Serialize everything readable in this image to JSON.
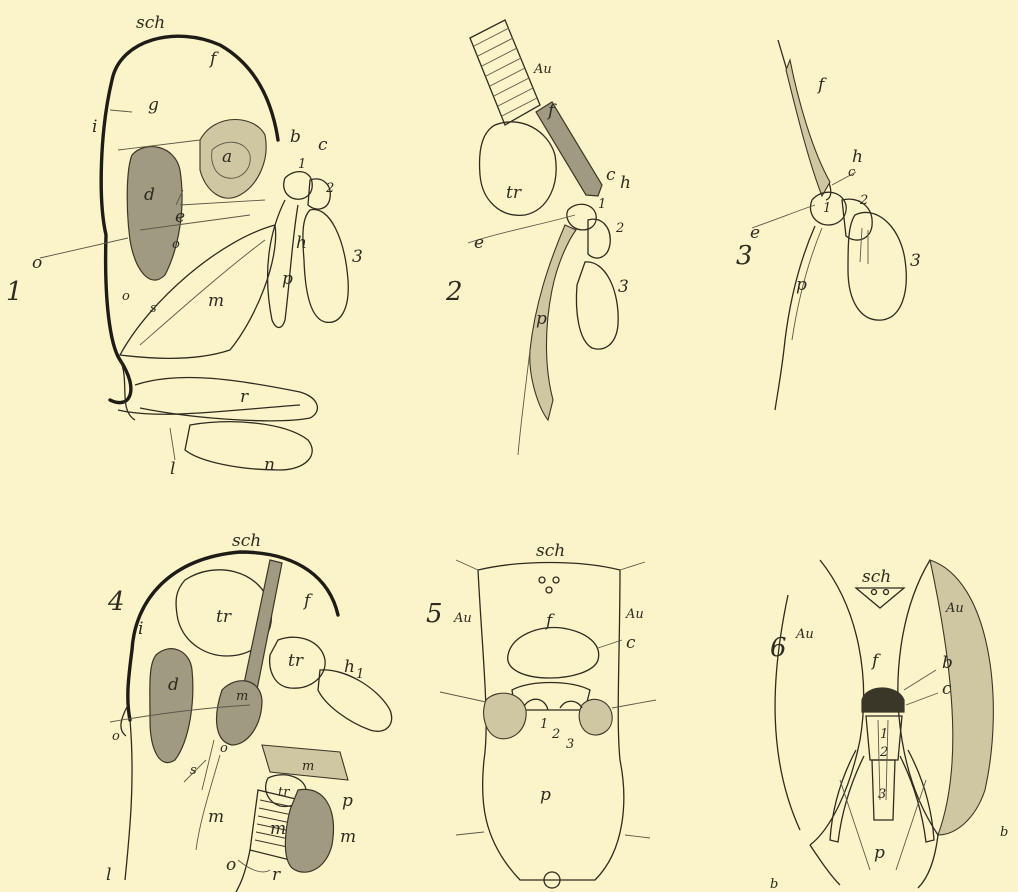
{
  "figures": [
    {
      "number": "1",
      "labels": [
        "sch",
        "f",
        "g",
        "i",
        "a",
        "b",
        "c",
        "d",
        "e",
        "1",
        "2",
        "3",
        "o",
        "o",
        "o",
        "s",
        "m",
        "h",
        "p",
        "r",
        "l",
        "n"
      ]
    },
    {
      "number": "2",
      "labels": [
        "Au",
        "f",
        "tr",
        "c",
        "h",
        "1",
        "2",
        "e",
        "3",
        "p"
      ]
    },
    {
      "number": "3",
      "labels": [
        "f",
        "h",
        "c",
        "1",
        "2",
        "e",
        "p",
        "3"
      ]
    },
    {
      "number": "4",
      "labels": [
        "sch",
        "tr",
        "f",
        "i",
        "tr",
        "d",
        "m",
        "h",
        "1",
        "o",
        "o",
        "tr",
        "m",
        "m",
        "p",
        "s",
        "m",
        "m",
        "o",
        "l",
        "r"
      ]
    },
    {
      "number": "5",
      "labels": [
        "sch",
        "Au",
        "f",
        "Au",
        "c",
        "1",
        "2",
        "3",
        "p"
      ]
    },
    {
      "number": "6",
      "labels": [
        "sch",
        "Au",
        "Au",
        "f",
        "b",
        "c",
        "1",
        "2",
        "3",
        "p",
        "b",
        "b"
      ]
    }
  ]
}
